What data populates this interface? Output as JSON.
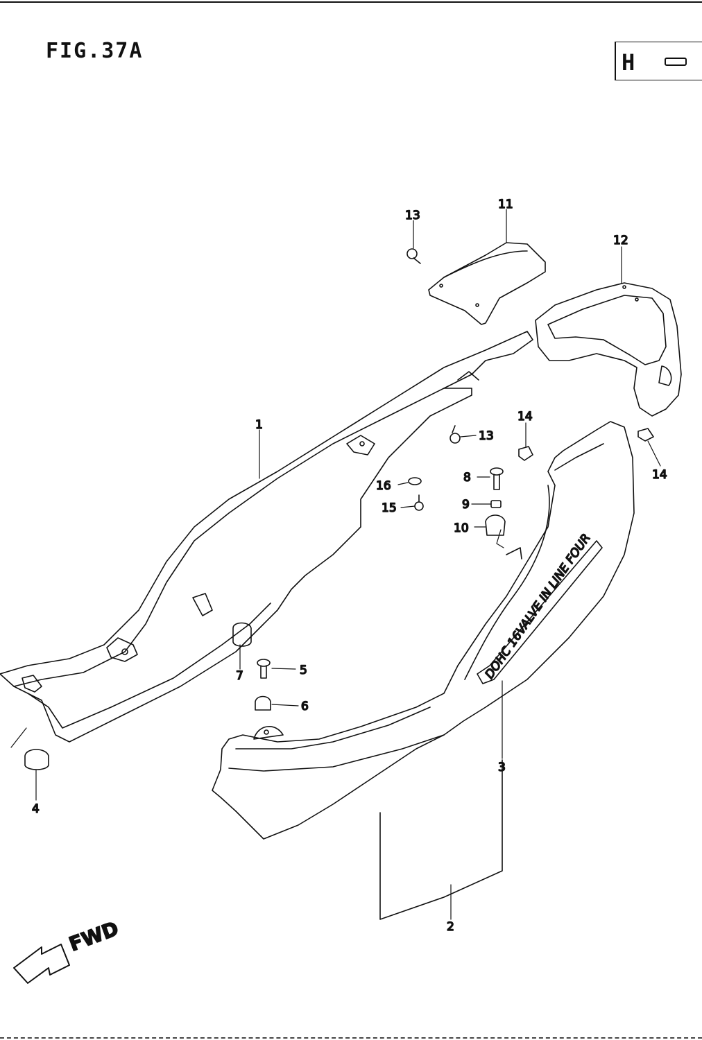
{
  "figure": {
    "title": "FIG.37A"
  },
  "model_box": {
    "code": "H"
  },
  "callouts": {
    "c1": "1",
    "c2": "2",
    "c3": "3",
    "c4": "4",
    "c5": "5",
    "c6": "6",
    "c7": "7",
    "c8": "8",
    "c9": "9",
    "c10": "10",
    "c11": "11",
    "c12": "12",
    "c13a": "13",
    "c13b": "13",
    "c14a": "14",
    "c14b": "14",
    "c15": "15",
    "c16": "16"
  },
  "emblem": {
    "text": "DOHC 16VALVE IN LINE FOUR"
  },
  "direction": {
    "label": "FWD"
  }
}
